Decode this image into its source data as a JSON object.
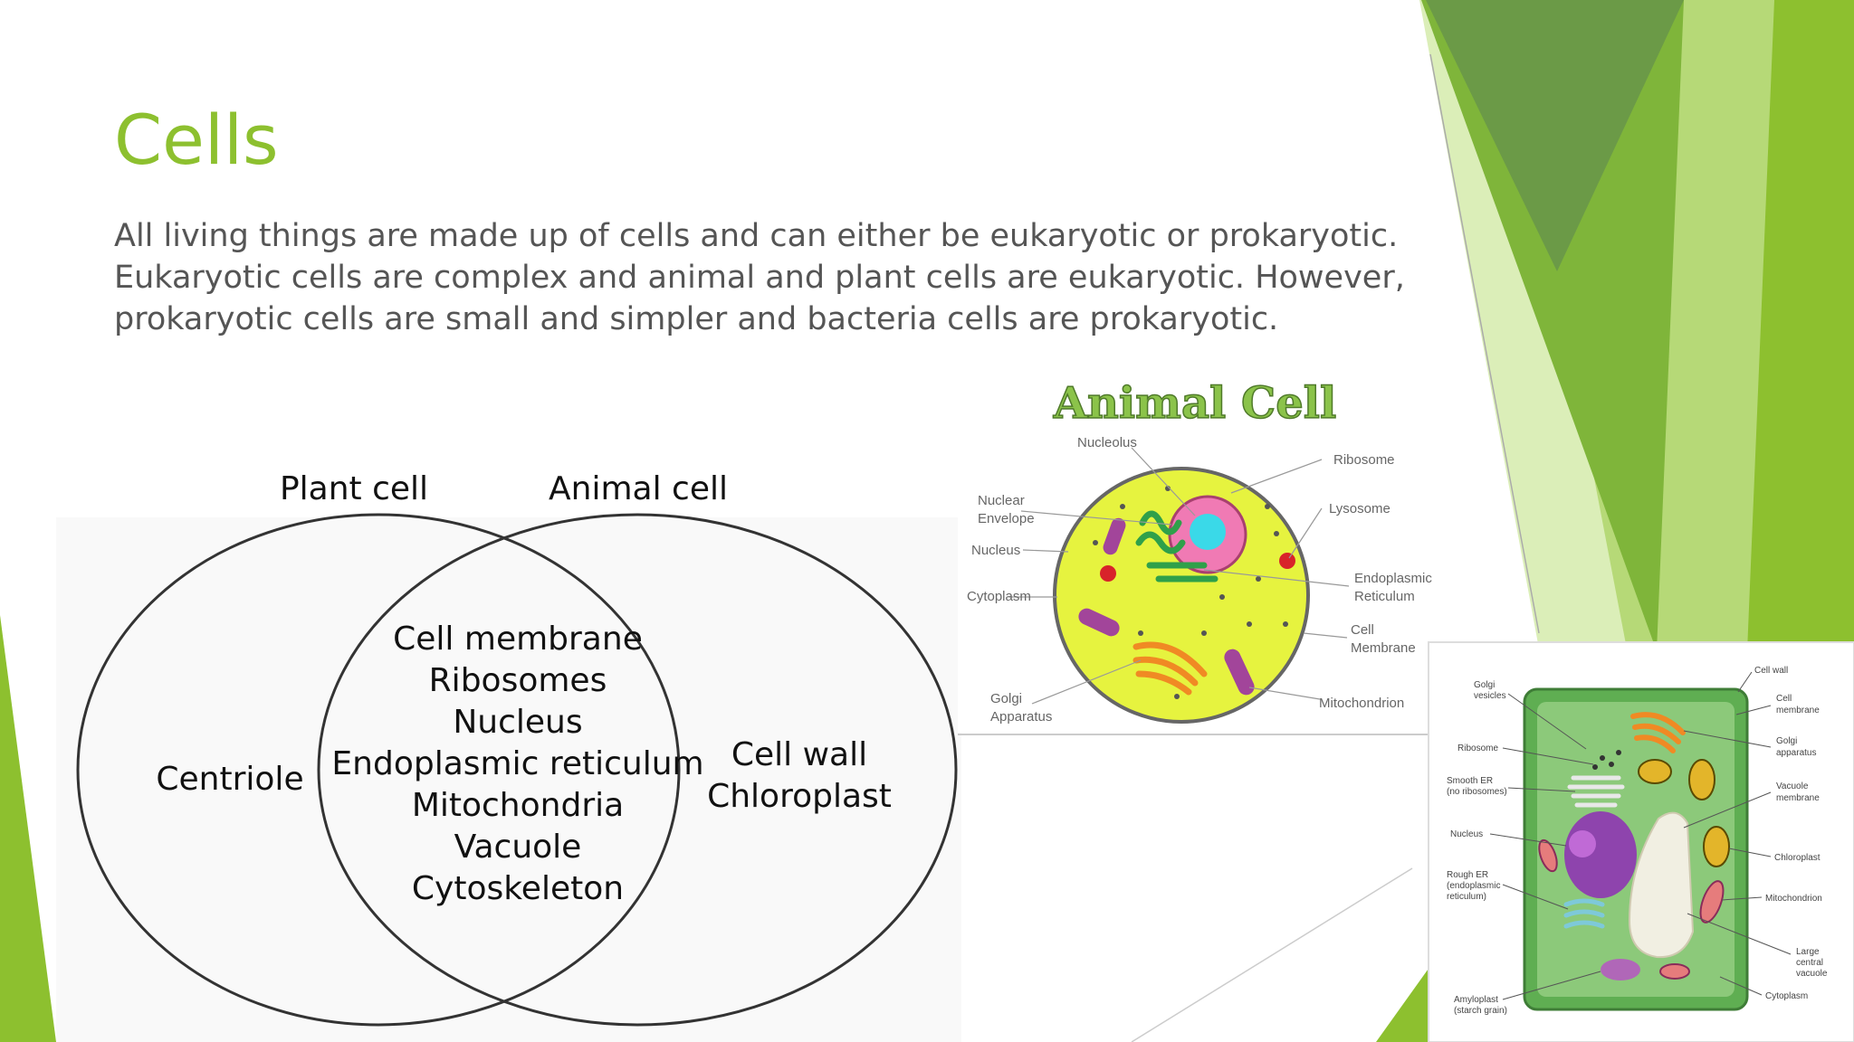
{
  "slide": {
    "title": "Cells",
    "body_lines": [
      "All living things are made up of cells and can either be eukaryotic or prokaryotic.",
      "Eukaryotic cells are complex and animal and plant cells are eukaryotic. However,",
      "prokaryotic cells are small and simpler and bacteria cells are prokaryotic."
    ]
  },
  "venn": {
    "left_heading": "Plant cell",
    "right_heading": "Animal cell",
    "left_only": [
      "Centriole"
    ],
    "shared": [
      "Cell membrane",
      "Ribosomes",
      "Nucleus",
      "Endoplasmic reticulum",
      "Mitochondria",
      "Vacuole",
      "Cytoskeleton"
    ],
    "right_only": [
      "Cell wall",
      "Chloroplast"
    ]
  },
  "animal_cell": {
    "title": "Animal Cell",
    "labels": {
      "nucleolus": "Nucleolus",
      "ribosome": "Ribosome",
      "nuclear_envelope_1": "Nuclear",
      "nuclear_envelope_2": "Envelope",
      "lysosome": "Lysosome",
      "nucleus": "Nucleus",
      "er_1": "Endoplasmic",
      "er_2": "Reticulum",
      "cytoplasm": "Cytoplasm",
      "cell_membrane_1": "Cell",
      "cell_membrane_2": "Membrane",
      "golgi_1": "Golgi",
      "golgi_2": "Apparatus",
      "mitochondrion": "Mitochondrion"
    }
  },
  "plant_cell": {
    "labels": {
      "golgi_vesicles_1": "Golgi",
      "golgi_vesicles_2": "vesicles",
      "ribosome": "Ribosome",
      "smooth_er_1": "Smooth ER",
      "smooth_er_2": "(no ribosomes)",
      "nucleus": "Nucleus",
      "rough_er_1": "Rough ER",
      "rough_er_2": "(endoplasmic",
      "rough_er_3": "reticulum)",
      "amyloplast_1": "Amyloplast",
      "amyloplast_2": "(starch grain)",
      "cell_wall": "Cell wall",
      "cell_membrane_1": "Cell",
      "cell_membrane_2": "membrane",
      "golgi_apparatus_1": "Golgi",
      "golgi_apparatus_2": "apparatus",
      "vacuole_membrane_1": "Vacuole",
      "vacuole_membrane_2": "membrane",
      "chloroplast": "Chloroplast",
      "mitochondrion": "Mitochondrion",
      "large_vacuole_1": "Large",
      "large_vacuole_2": "central",
      "large_vacuole_3": "vacuole",
      "cytoplasm": "Cytoplasm"
    }
  },
  "colors": {
    "accent": "#8dc02f",
    "body_text": "#555555",
    "dark_green": "#6b9a47",
    "light_green": "#c7e08f"
  }
}
